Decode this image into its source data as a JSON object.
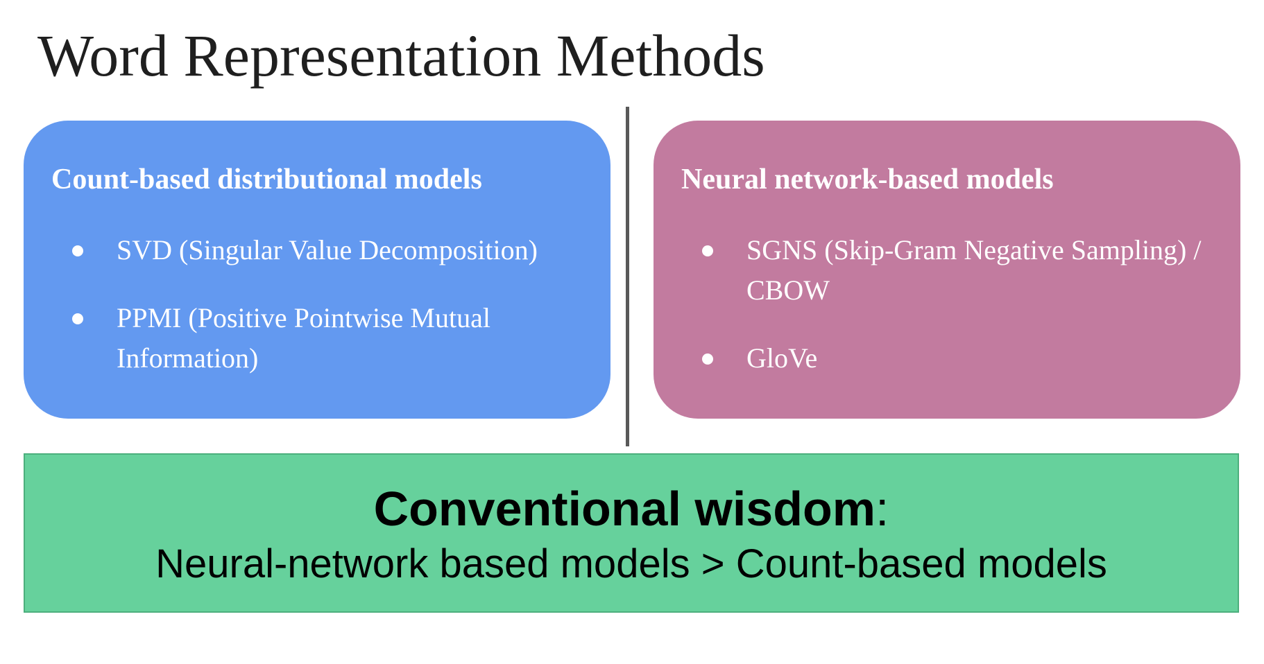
{
  "title": "Word Representation Methods",
  "left_panel": {
    "heading": "Count-based distributional models",
    "items": [
      "SVD (Singular Value Decomposition)",
      "PPMI (Positive Pointwise Mutual Information)"
    ]
  },
  "right_panel": {
    "heading": "Neural network-based models",
    "items": [
      "SGNS (Skip-Gram Negative Sampling) / CBOW",
      "GloVe"
    ]
  },
  "wisdom": {
    "label": "Conventional wisdom",
    "colon": ":",
    "statement": "Neural-network based models > Count-based models"
  },
  "colors": {
    "left_panel": "#6399f0",
    "right_panel": "#c27b9f",
    "wisdom_box": "#66d19c",
    "divider": "#595959",
    "title_text": "#1f1f1f"
  }
}
